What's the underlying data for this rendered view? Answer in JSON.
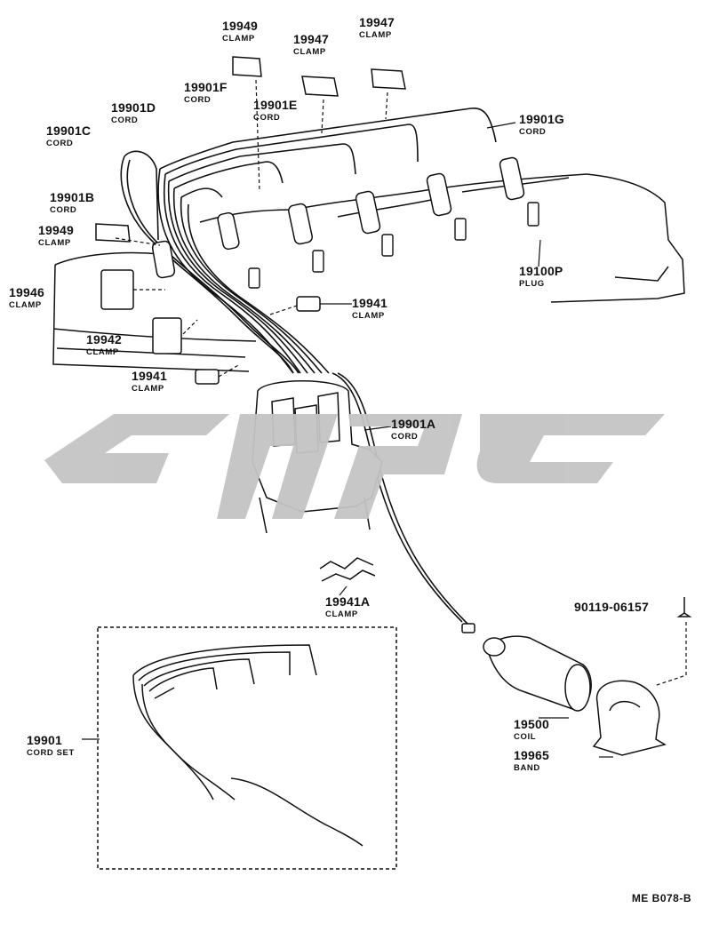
{
  "watermark": {
    "color": "#c4c4c4"
  },
  "labels": {
    "clamp_19949_top": {
      "part": "19949",
      "desc": "CLAMP"
    },
    "clamp_19947_a": {
      "part": "19947",
      "desc": "CLAMP"
    },
    "clamp_19947_b": {
      "part": "19947",
      "desc": "CLAMP"
    },
    "cord_19901F": {
      "part": "19901F",
      "desc": "CORD"
    },
    "cord_19901D": {
      "part": "19901D",
      "desc": "CORD"
    },
    "cord_19901E": {
      "part": "19901E",
      "desc": "CORD"
    },
    "cord_19901C": {
      "part": "19901C",
      "desc": "CORD"
    },
    "cord_19901G": {
      "part": "19901G",
      "desc": "CORD"
    },
    "cord_19901B": {
      "part": "19901B",
      "desc": "CORD"
    },
    "clamp_19949_left": {
      "part": "19949",
      "desc": "CLAMP"
    },
    "plug_19100P": {
      "part": "19100P",
      "desc": "PLUG"
    },
    "clamp_19946": {
      "part": "19946",
      "desc": "CLAMP"
    },
    "clamp_19941_right": {
      "part": "19941",
      "desc": "CLAMP"
    },
    "clamp_19942": {
      "part": "19942",
      "desc": "CLAMP"
    },
    "clamp_19941_left": {
      "part": "19941",
      "desc": "CLAMP"
    },
    "cord_19901A": {
      "part": "19901A",
      "desc": "CORD"
    },
    "clamp_19941A": {
      "part": "19941A",
      "desc": "CLAMP"
    },
    "bolt_90119": {
      "part": "90119-06157"
    },
    "cordset_19901": {
      "part": "19901",
      "desc": "CORD SET"
    },
    "coil_19500": {
      "part": "19500",
      "desc": "COIL"
    },
    "band_19965": {
      "part": "19965",
      "desc": "BAND"
    }
  },
  "drawing_code": "ME B078-B"
}
